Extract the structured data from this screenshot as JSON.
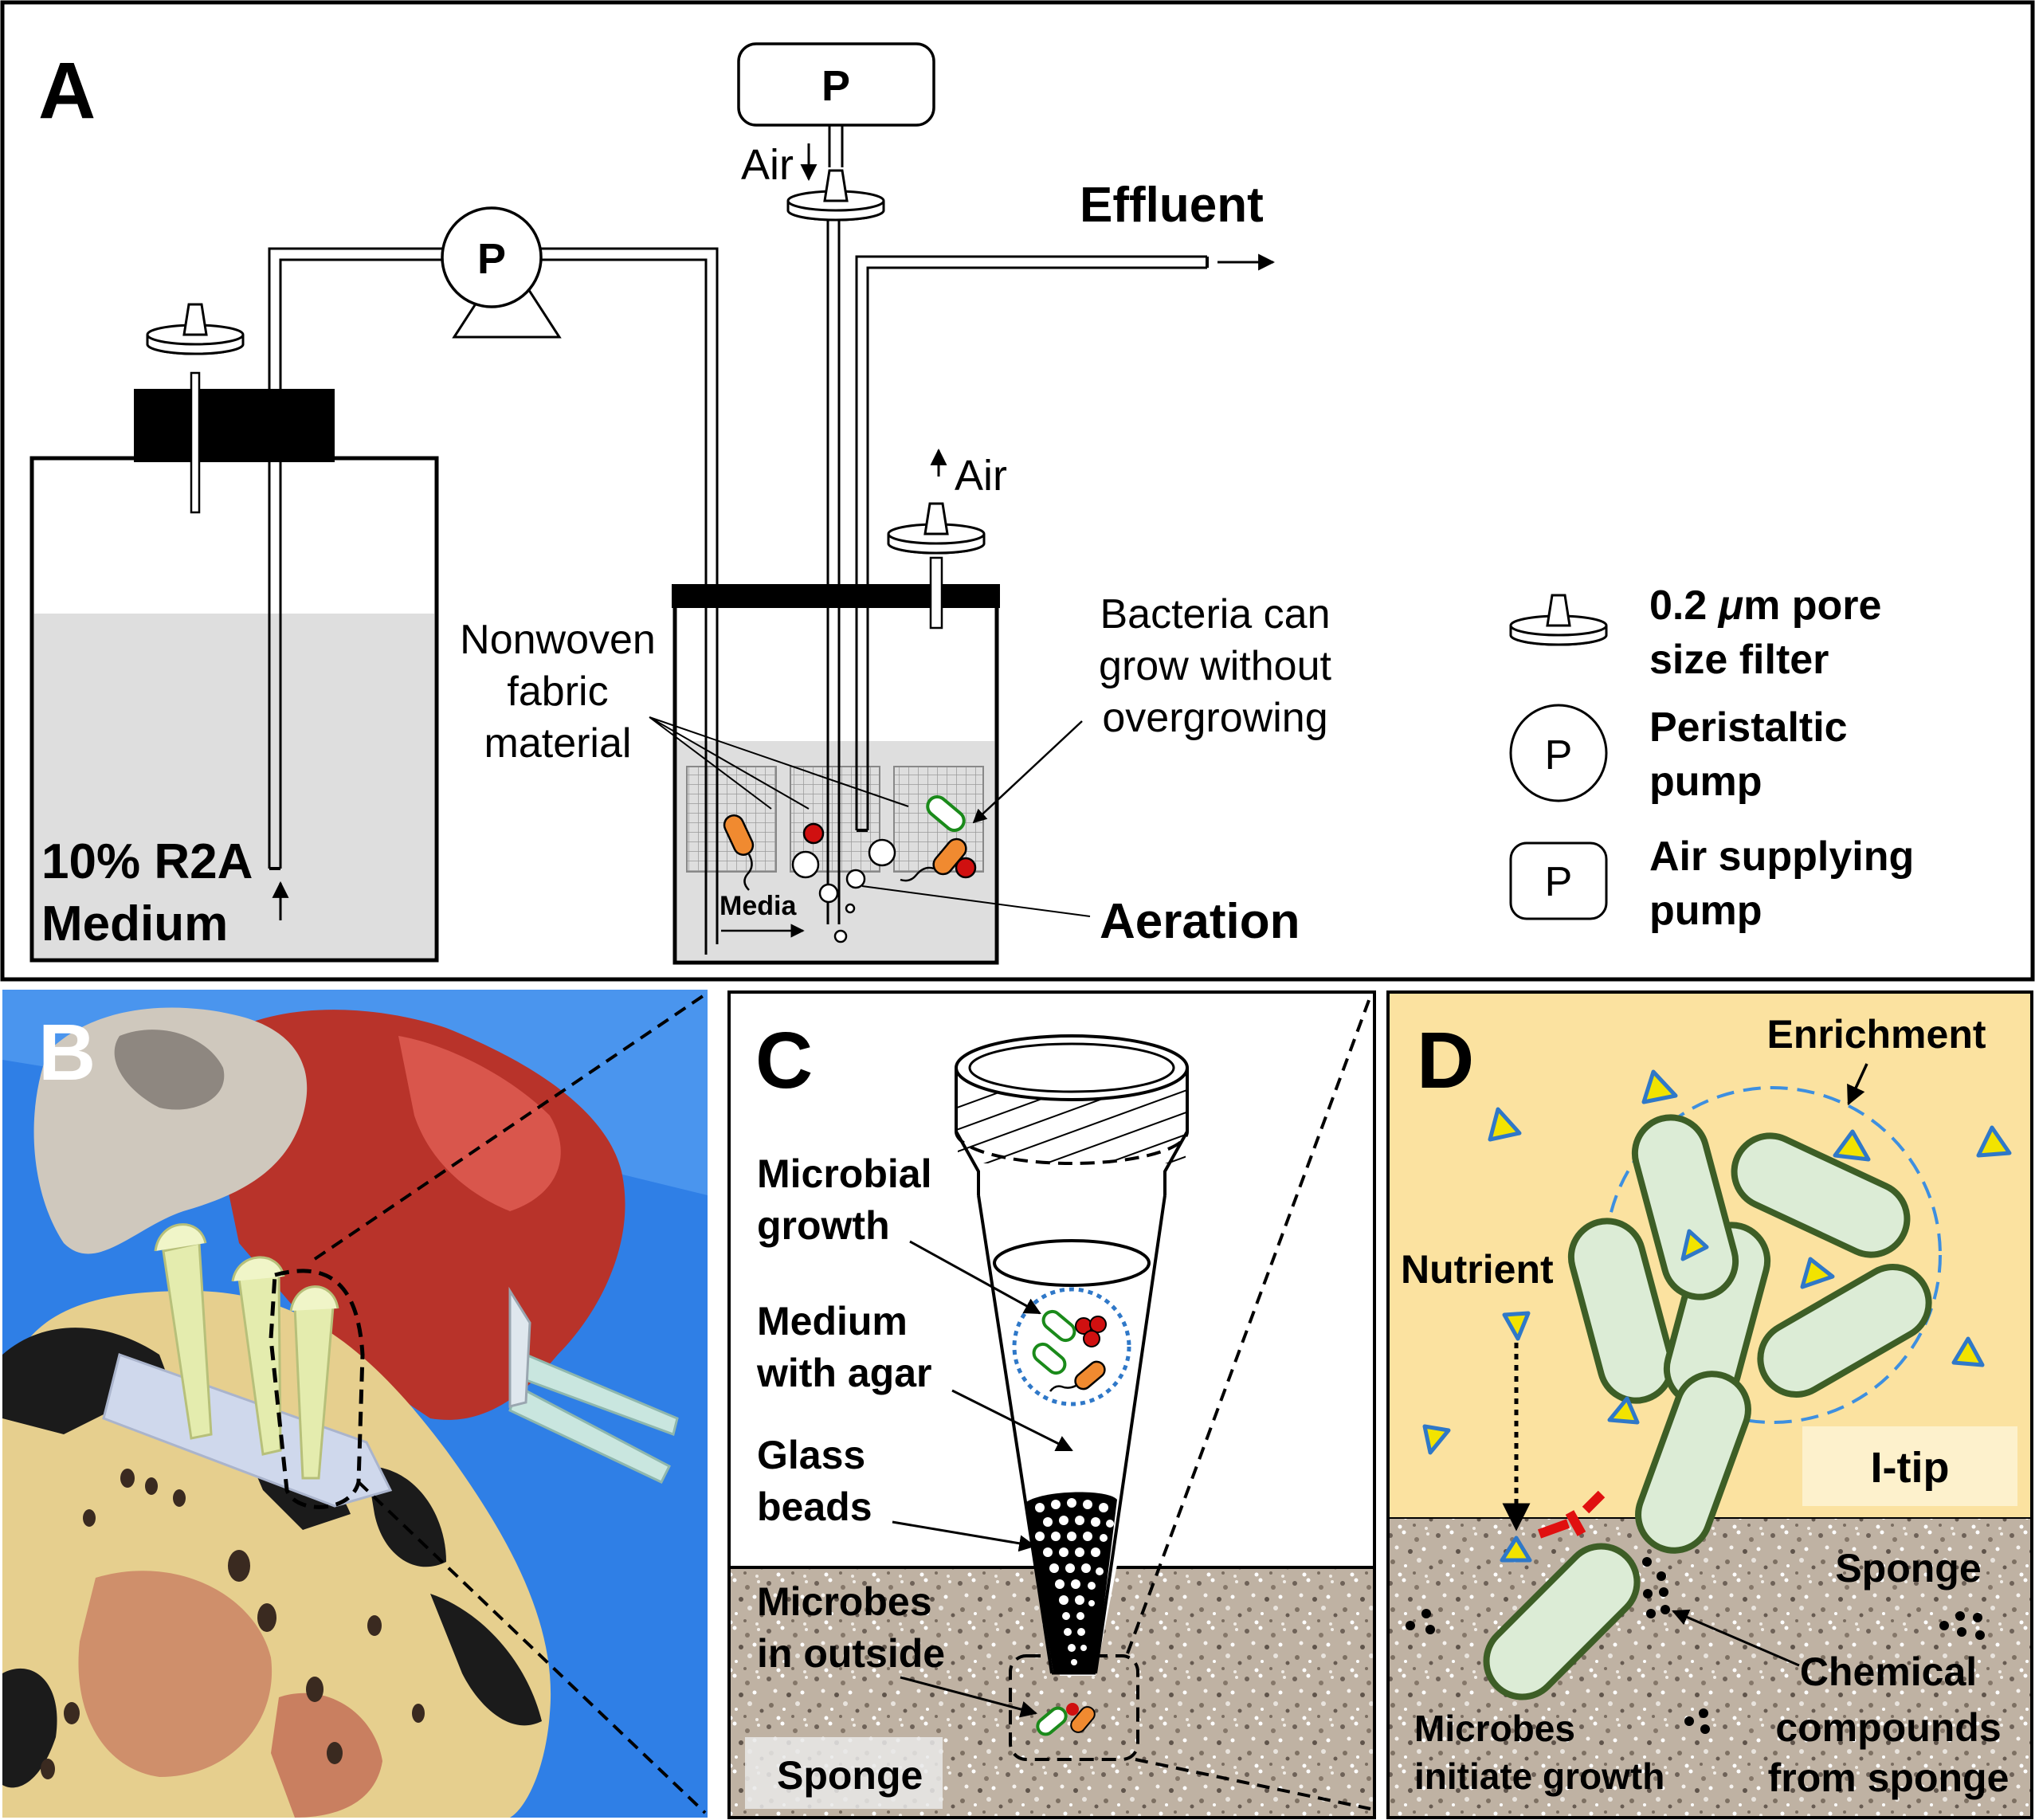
{
  "panel_a": {
    "letter": "A",
    "pump_p": "P",
    "air_pump_p": "P",
    "air_in": "Air",
    "air_out": "Air",
    "effluent": "Effluent",
    "medium_line1": "10% R2A",
    "medium_line2": "Medium",
    "nonwoven_line1": "Nonwoven",
    "nonwoven_line2": "fabric",
    "nonwoven_line3": "material",
    "bacteria_line1": "Bacteria can",
    "bacteria_line2": "grow without",
    "bacteria_line3": "overgrowing",
    "media": "Media",
    "aeration": "Aeration",
    "legend": {
      "filter_line1_pre": "0.2 ",
      "filter_line1_mu": "μ",
      "filter_line1_post": "m pore",
      "filter_line2": "size filter",
      "peristaltic_symbol": "P",
      "peristaltic_line1": "Peristaltic",
      "peristaltic_line2": "pump",
      "air_symbol": "P",
      "air_line1": "Air supplying",
      "air_line2": "pump"
    }
  },
  "panel_b": {
    "letter": "B"
  },
  "panel_c": {
    "letter": "C",
    "growth_line1": "Microbial",
    "growth_line2": "growth",
    "agar_line1": "Medium",
    "agar_line2": "with agar",
    "beads_line1": "Glass",
    "beads_line2": "beads",
    "outside_line1": "Microbes",
    "outside_line2": "in outside",
    "sponge": "Sponge"
  },
  "panel_d": {
    "letter": "D",
    "enrichment": "Enrichment",
    "nutrient": "Nutrient",
    "itip": "I-tip",
    "sponge": "Sponge",
    "initiate_line1": "Microbes",
    "initiate_line2": "initiate growth",
    "chem_line1": "Chemical",
    "chem_line2": "compounds",
    "chem_line3": "from sponge"
  },
  "colors": {
    "medium_fill": "#dedede",
    "panel_d_bg": "#fbe2a0",
    "bacteria_fill": "#dcecd6",
    "bacteria_stroke": "#3d5e26",
    "enrichment_circle": "#3d8fe0",
    "nutrient_fill": "#f2e300",
    "nutrient_stroke": "#2f78c8",
    "blocker": "#e01010",
    "photo_bg": "#2f7fe6",
    "sponge_texture": "#b7aa9c"
  }
}
